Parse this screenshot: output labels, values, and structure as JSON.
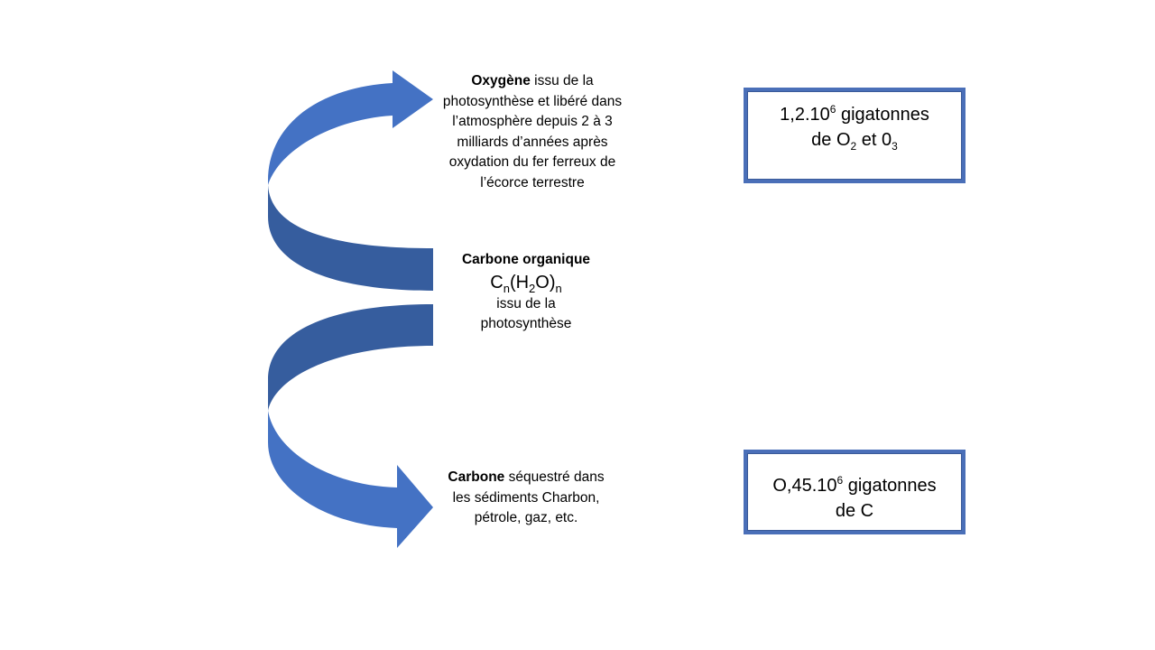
{
  "diagram": {
    "colors": {
      "arrow_front": "#4472c4",
      "arrow_back": "#365d9e",
      "box_border": "#4a6fb8"
    },
    "oxygen_note": {
      "bold": "Oxygène",
      "rest": " issu de la photosynthèse et libéré dans l’atmosphère depuis 2 à 3 milliards d’années après oxydation du fer ferreux de l’écorce terrestre"
    },
    "organic_carbon": {
      "title": "Carbone organique",
      "formula": {
        "c": "C",
        "n1": "n",
        "open": "(H",
        "two": "2",
        "close": "O)",
        "n2": "n"
      },
      "caption_line1": "issu de la",
      "caption_line2": "photosynthèse"
    },
    "sequestered_carbon": {
      "bold": "Carbone",
      "rest": " séquestré dans les sédiments Charbon, pétrole, gaz, etc."
    },
    "box_oxygen": {
      "mantissa": "1,2.10",
      "exponent": "6",
      "unit": " gigatonnes",
      "line2_prefix": "de O",
      "o2_sub": "2",
      "line2_mid": " et 0",
      "o3_sub": "3"
    },
    "box_carbon": {
      "mantissa": "O,45.10",
      "exponent": "6",
      "unit": " gigatonnes",
      "line2": "de C"
    }
  }
}
